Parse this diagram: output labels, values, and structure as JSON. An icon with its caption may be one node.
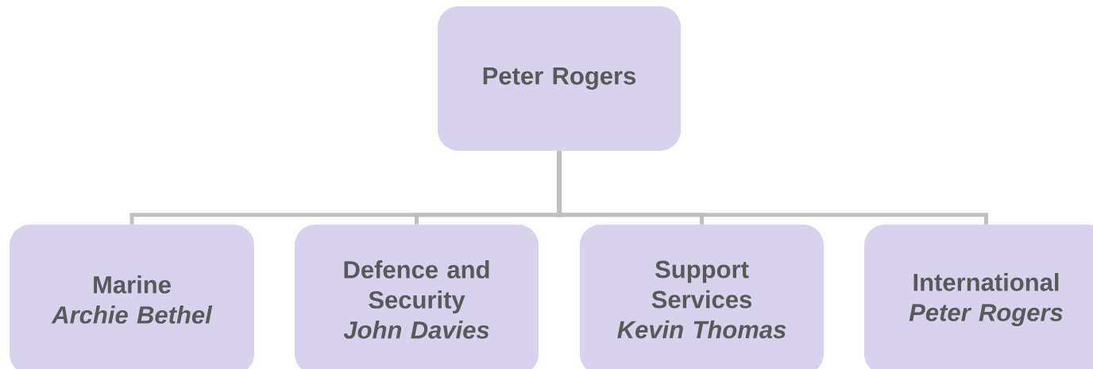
{
  "diagram": {
    "nodes": [
      {
        "text": [
          "Peter Rogers"
        ]
      },
      {
        "text": [
          "Marine",
          "Archie Bethel"
        ]
      },
      {
        "text": [
          "Defence and Security",
          "John Davies"
        ]
      },
      {
        "text": [
          "Support Services",
          "Kevin Thomas"
        ]
      },
      {
        "text": [
          "International",
          "Peter Rogers"
        ]
      }
    ],
    "edges": [
      {
        "from": 0,
        "to": 1,
        "arrow": "none"
      },
      {
        "from": 0,
        "to": 2,
        "arrow": "none"
      },
      {
        "from": 0,
        "to": 3,
        "arrow": "none"
      },
      {
        "from": 0,
        "to": 4,
        "arrow": "none"
      }
    ]
  }
}
